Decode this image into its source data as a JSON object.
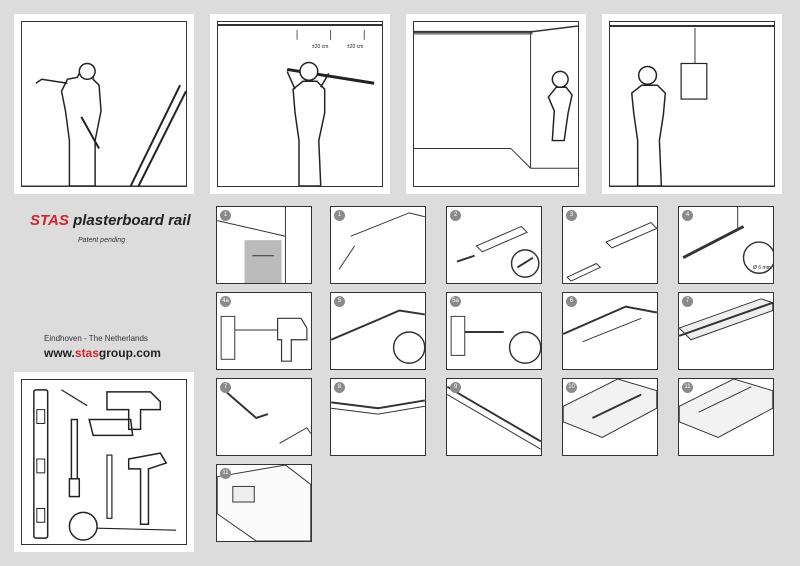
{
  "brand": {
    "name_accent": "STAS",
    "name_rest": " plasterboard rail",
    "patent": "Patent pending"
  },
  "contact": {
    "address": "Eindhoven - The Netherlands",
    "site_prefix": "www.",
    "site_accent": "stas",
    "site_suffix": "group.com"
  },
  "dimensions": {
    "spacing_left": "±20 cm",
    "spacing_right": "±20 cm",
    "drill_size": "Ø 6 mm"
  },
  "steps": {
    "r1": [
      "1",
      "1",
      "2",
      "3",
      "4"
    ],
    "r2": [
      "4a",
      "5",
      "5a",
      "6",
      "7"
    ],
    "r3": [
      "7",
      "8",
      "9",
      "10",
      "11"
    ],
    "r4": [
      "11"
    ]
  },
  "colors": {
    "accent": "#d2232a",
    "badge": "#8a8a8a",
    "background": "#dcdcdc"
  }
}
